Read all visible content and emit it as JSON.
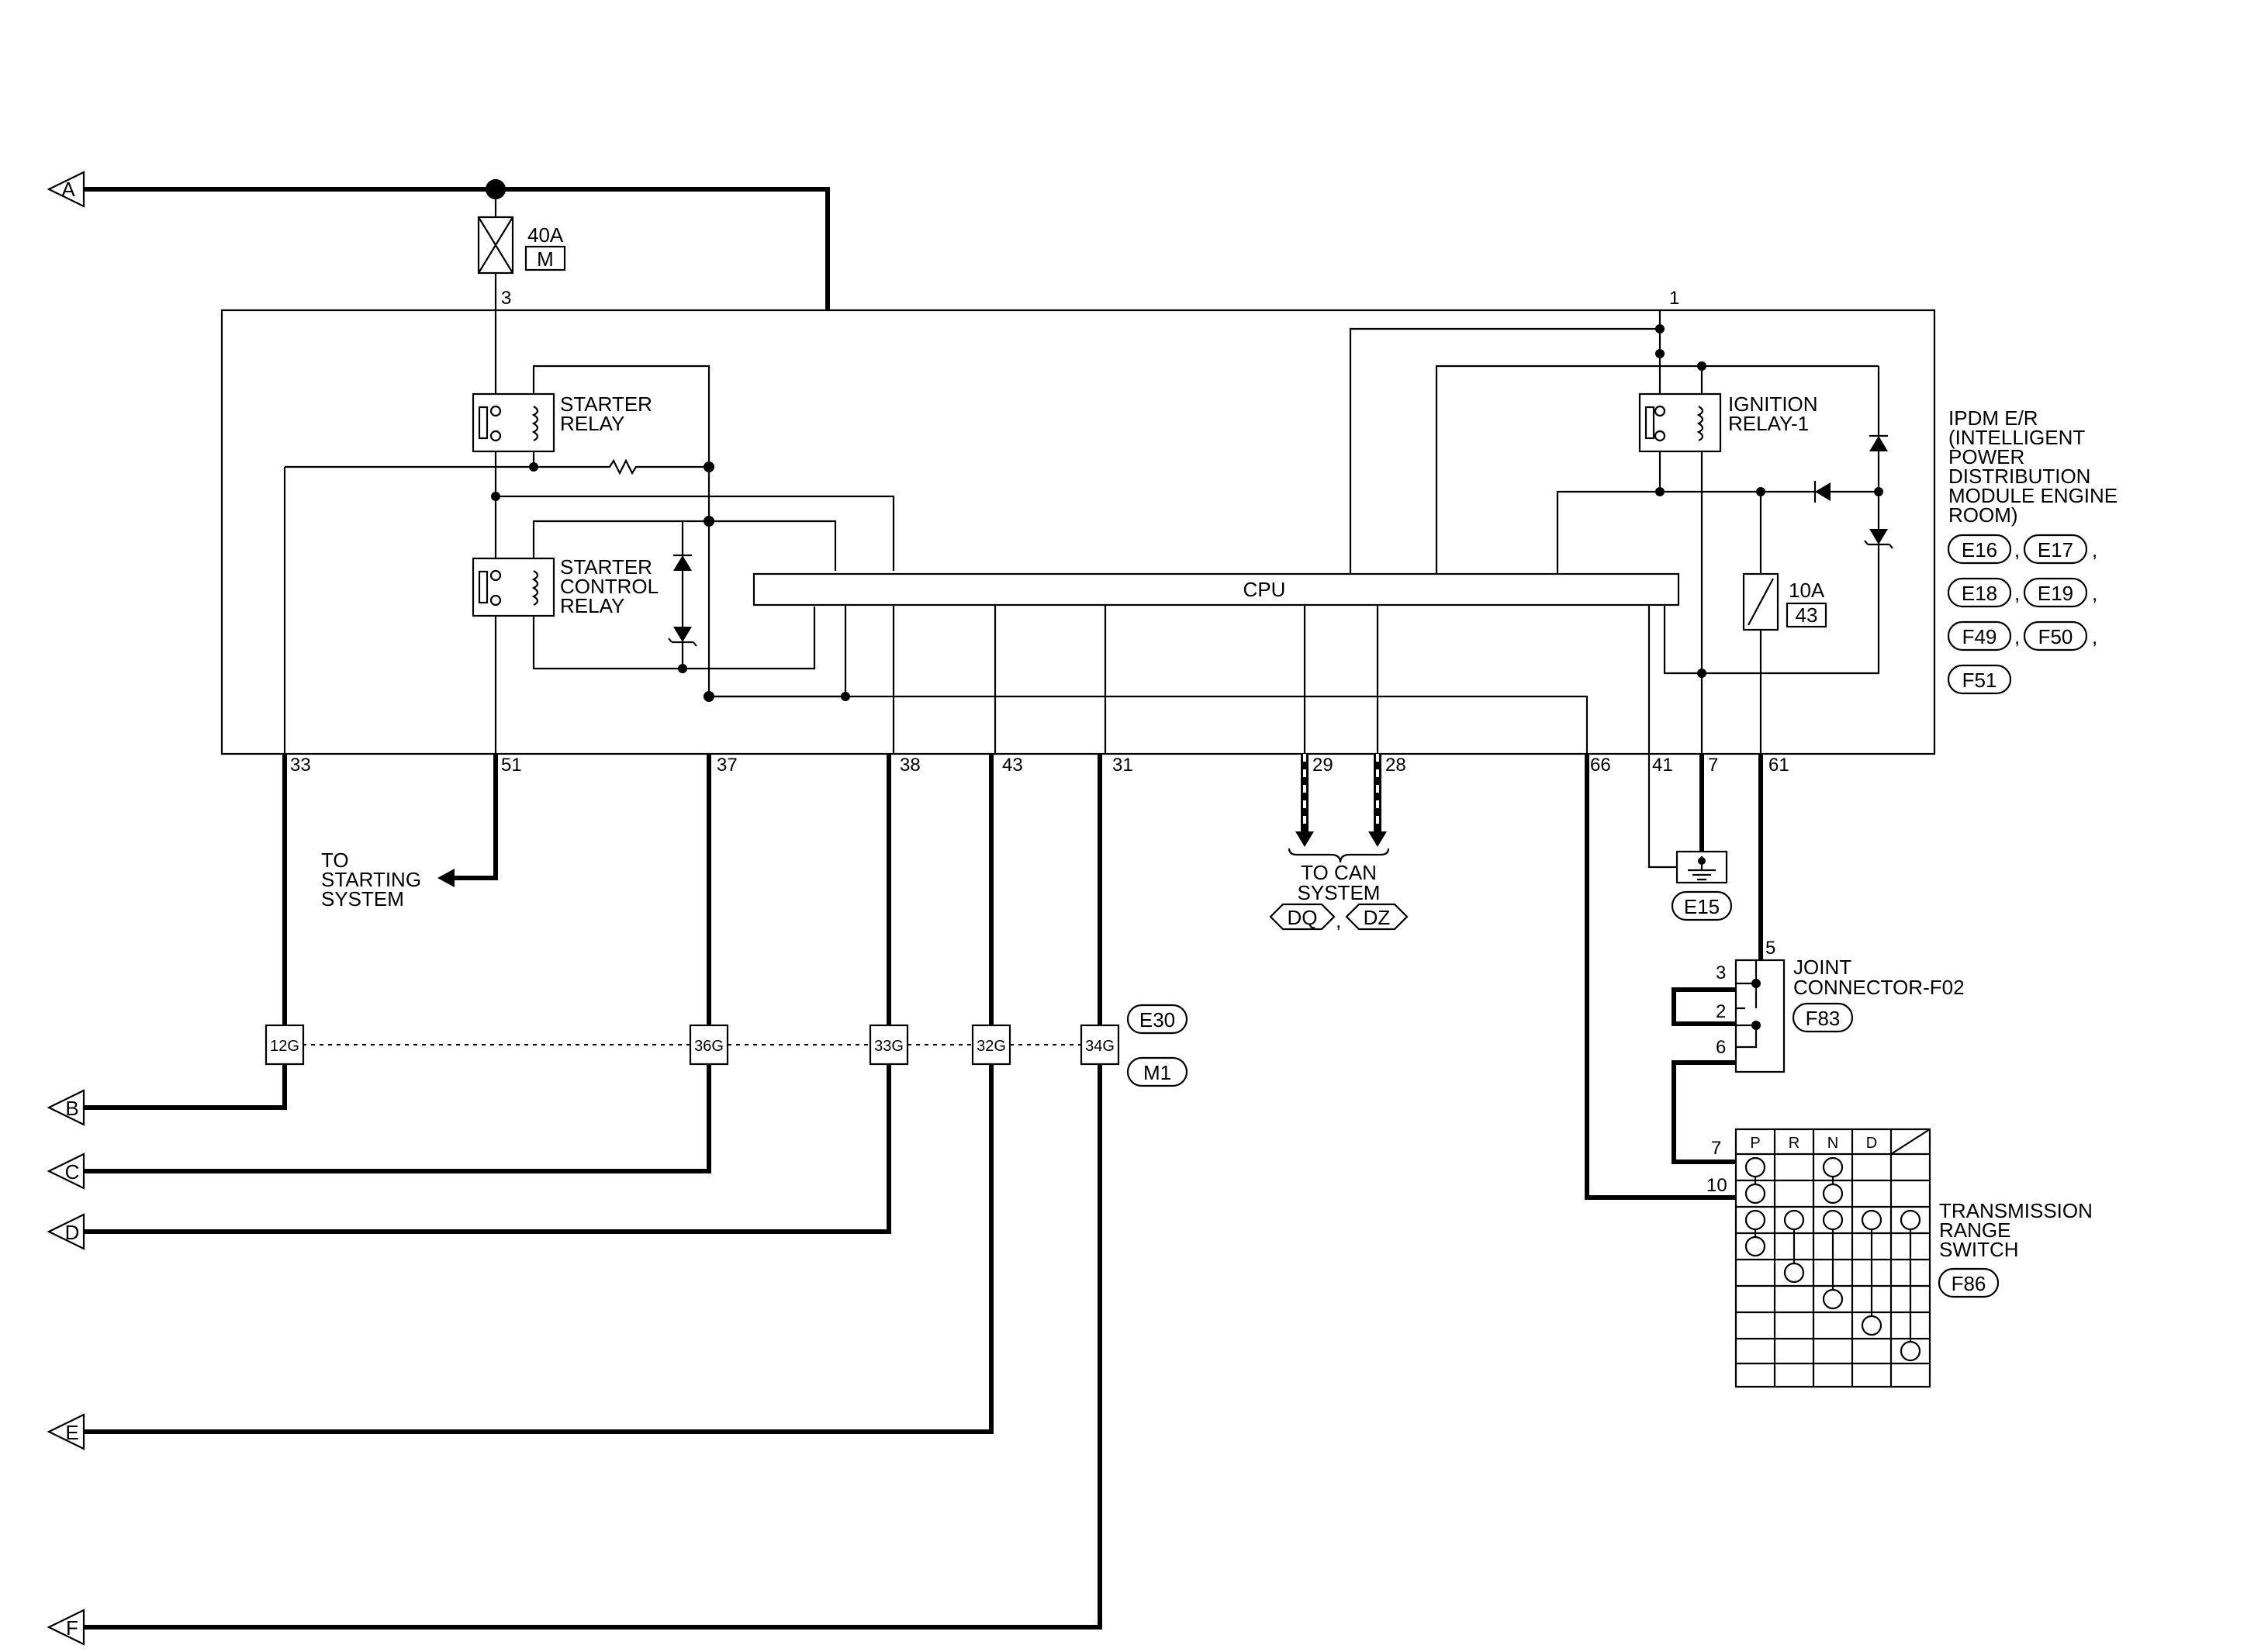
{
  "connectors_left": [
    "A",
    "B",
    "C",
    "D",
    "E",
    "F"
  ],
  "fuse_main": {
    "rating": "40A",
    "code": "M"
  },
  "fuse_10a": {
    "rating": "10A",
    "code": "43"
  },
  "ipdm": {
    "name_lines": [
      "IPDM E/R",
      "(INTELLIGENT",
      "POWER",
      "DISTRIBUTION",
      "MODULE ENGINE",
      "ROOM)"
    ],
    "connectors": [
      "E16",
      "E17",
      "E18",
      "E19",
      "F49",
      "F50",
      "F51"
    ]
  },
  "starter_relay": [
    "STARTER",
    "RELAY"
  ],
  "starter_control_relay": [
    "STARTER",
    "CONTROL",
    "RELAY"
  ],
  "ignition_relay": [
    "IGNITION",
    "RELAY-1"
  ],
  "cpu_label": "CPU",
  "pins_top": {
    "fuse": "3",
    "batt": "1"
  },
  "pins_bottom": {
    "p33": "33",
    "p51": "51",
    "p37": "37",
    "p38": "38",
    "p43": "43",
    "p31": "31",
    "p29": "29",
    "p28": "28",
    "p66": "66",
    "p41": "41",
    "p7": "7",
    "p61": "61"
  },
  "to_starting": [
    "TO",
    "STARTING",
    "SYSTEM"
  ],
  "to_can": [
    "TO CAN",
    "SYSTEM"
  ],
  "can_codes": [
    "DQ",
    "DZ"
  ],
  "ground_code": "E15",
  "harness_pins": [
    "12G",
    "36G",
    "33G",
    "32G",
    "34G"
  ],
  "harness_codes": [
    "E30",
    "M1"
  ],
  "joint": {
    "name_lines": [
      "JOINT",
      "CONNECTOR-F02"
    ],
    "code": "F83",
    "pins": [
      "5",
      "3",
      "2",
      "6"
    ]
  },
  "trs": {
    "name_lines": [
      "TRANSMISSION",
      "RANGE",
      "SWITCH"
    ],
    "code": "F86",
    "pins": [
      "7",
      "10"
    ],
    "headers": [
      "P",
      "R",
      "N",
      "D"
    ]
  }
}
